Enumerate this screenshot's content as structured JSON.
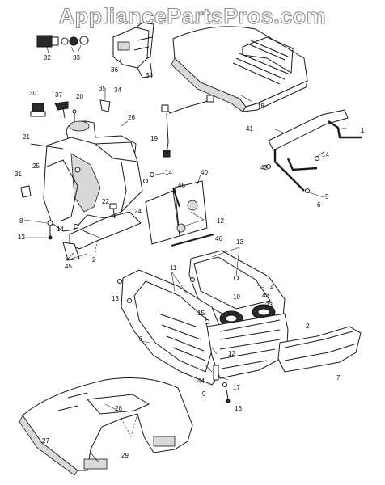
{
  "watermark": "AppliancePartsPros.com",
  "callouts": {
    "c1": "1",
    "c2a": "2",
    "c2b": "2",
    "c3": "3",
    "c4": "4",
    "c5": "5",
    "c6": "6",
    "c7": "7",
    "c8": "8",
    "c9": "9",
    "c10": "10",
    "c11": "11",
    "c12a": "12",
    "c12b": "12",
    "c12c": "12",
    "c13a": "13",
    "c13b": "13",
    "c14a": "14",
    "c14b": "14",
    "c14c": "14",
    "c15": "15",
    "c16": "16",
    "c17": "17",
    "c18": "18",
    "c19": "19",
    "c20": "20",
    "c21": "21",
    "c22": "22",
    "c23": "23",
    "c24": "24",
    "c25": "25",
    "c26": "26",
    "c27": "27",
    "c28": "28",
    "c29": "29",
    "c30": "30",
    "c31": "31",
    "c32": "32",
    "c33": "33",
    "c34a": "34",
    "c34b": "34",
    "c35": "35",
    "c36": "36",
    "c37": "37",
    "c40": "40",
    "c41": "41",
    "c42": "42",
    "c43": "43",
    "c44": "44",
    "c45": "45",
    "c46a": "46",
    "c46b": "46"
  }
}
